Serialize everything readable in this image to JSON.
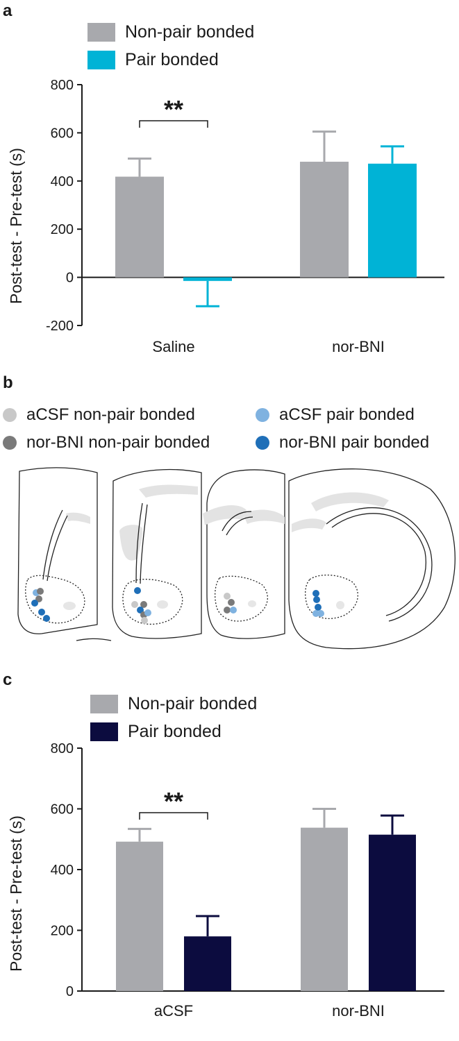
{
  "chart_data": [
    {
      "panel": "a",
      "type": "bar",
      "categories": [
        "Saline",
        "nor-BNI"
      ],
      "series": [
        {
          "name": "Non-pair bonded",
          "color": "#a8a9ad",
          "values": [
            418,
            480
          ],
          "errors": [
            75,
            125
          ]
        },
        {
          "name": "Pair bonded",
          "color": "#00b3d6",
          "values": [
            -15,
            472
          ],
          "errors": [
            105,
            72
          ]
        }
      ],
      "ylabel": "Post-test - Pre-test (s)",
      "ylim": [
        -200,
        800
      ],
      "yticks": [
        -200,
        0,
        200,
        400,
        600,
        800
      ],
      "annotation": "**",
      "annotation_between": "Saline"
    },
    {
      "panel": "c",
      "type": "bar",
      "categories": [
        "aCSF",
        "nor-BNI"
      ],
      "series": [
        {
          "name": "Non-pair bonded",
          "color": "#a8a9ad",
          "values": [
            492,
            538
          ],
          "errors": [
            42,
            62
          ]
        },
        {
          "name": "Pair bonded",
          "color": "#0c0c3f",
          "values": [
            180,
            515
          ],
          "errors": [
            67,
            63
          ]
        }
      ],
      "ylabel": "Post-test - Pre-test (s)",
      "ylim": [
        0,
        800
      ],
      "yticks": [
        0,
        200,
        400,
        600,
        800
      ],
      "annotation": "**",
      "annotation_between": "aCSF"
    }
  ],
  "panel_labels": {
    "a": "a",
    "b": "b",
    "c": "c"
  },
  "panel_b": {
    "legend": [
      {
        "label": "aCSF non-pair bonded",
        "color": "#c8c8c8"
      },
      {
        "label": "aCSF pair bonded",
        "color": "#7fb2e0"
      },
      {
        "label": "nor-BNI non-pair bonded",
        "color": "#7a7a7a"
      },
      {
        "label": "nor-BNI pair bonded",
        "color": "#1f6fb8"
      }
    ]
  }
}
